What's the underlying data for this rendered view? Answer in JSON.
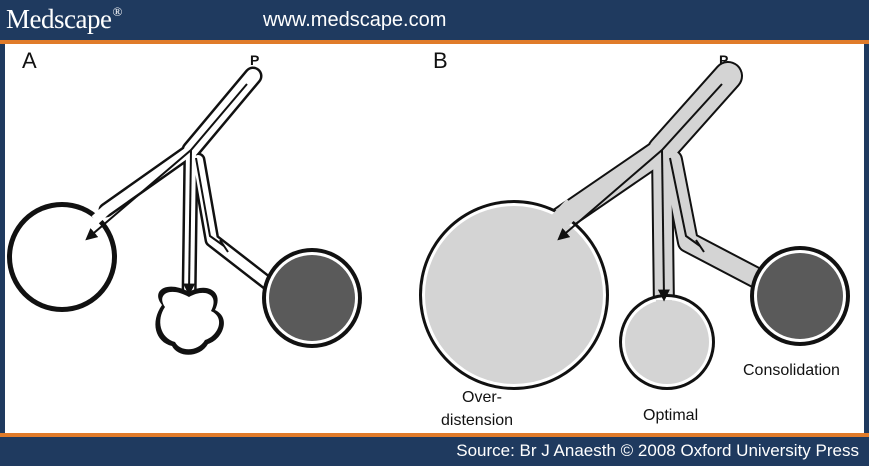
{
  "header": {
    "logo": "Medscape",
    "logo_mark": "®",
    "url": "www.medscape.com"
  },
  "panels": {
    "a": {
      "label": "A",
      "pressure_label": "P"
    },
    "b": {
      "label": "B",
      "pressure_label": "P",
      "alveoli": {
        "overdistension_line1": "Over-",
        "overdistension_line2": "distension",
        "optimal": "Optimal",
        "consolidation": "Consolidation"
      }
    }
  },
  "footer": {
    "source": "Source: Br J Anaesth © 2008 Oxford University Press"
  },
  "colors": {
    "header_bg": "#1f3a5f",
    "stripe": "#e07b2a",
    "ventilated_fill": "#d4d4d4",
    "consolidated_fill": "#5a5a5a"
  }
}
